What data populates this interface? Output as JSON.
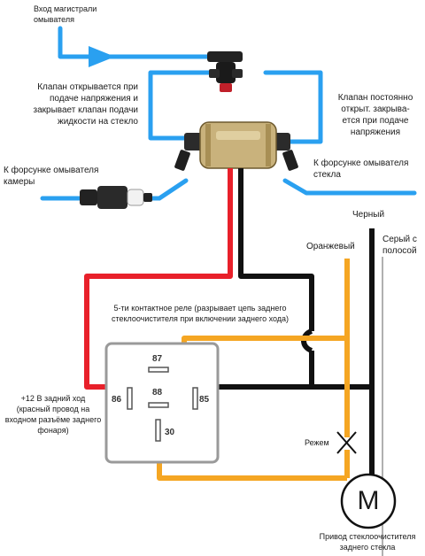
{
  "labels": {
    "washer_main_input": "Вход магистрали\nомывателя",
    "valve_opens": "Клапан открывается при\nподаче напряжения и\nзакрывает клапан подачи\nжидкости на стекло",
    "valve_normally_open": "Клапан постоянно\nоткрыт. закрыва-\nется при подаче\nнапряжения",
    "to_camera_nozzle": "К форсунке омывателя\nкамеры",
    "to_glass_nozzle": "К форсунке омывателя\nстекла",
    "black_wire": "Черный",
    "orange_wire": "Оранжевый",
    "gray_striped_wire": "Серый с\nполосой",
    "relay_desc": "5-ти контактное реле (разрывает цепь заднего\nстеклоочистителя при включении заднего хода)",
    "plus12_reverse": "+12 В задний ход\n(красный провод на\nвходном разъёме заднего\nфонаря)",
    "cut_here": "Режем",
    "wiper_motor": "Привод стеклоочистителя\nзаднего стекла",
    "motor_symbol": "M"
  },
  "relay_pins": {
    "p87": "87",
    "p88": "88",
    "p86": "86",
    "p85": "85",
    "p30": "30"
  },
  "colors": {
    "water_line": "#2aa0f0",
    "wire_red": "#e8202a",
    "wire_black": "#111111",
    "wire_orange": "#f5a623",
    "wire_gray": "#9a9a9a"
  }
}
